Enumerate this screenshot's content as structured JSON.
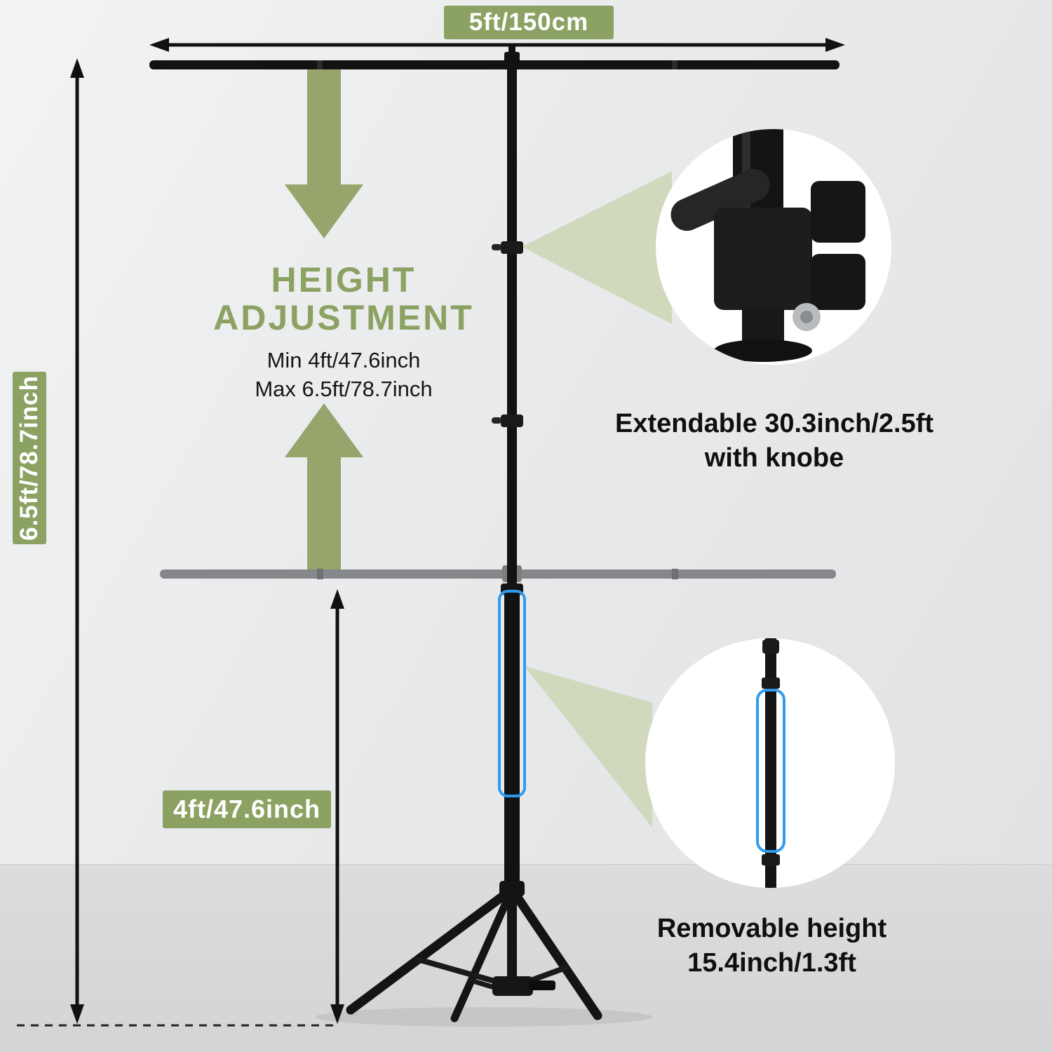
{
  "colors": {
    "accent_green": "#8CA263",
    "cone_green": "#CCD6B4",
    "highlight_blue": "#2E9BF0",
    "stand_black": "#141414",
    "lowered_bar_gray": "#85878A",
    "background_gray": "#E9EBEC"
  },
  "labels": {
    "width_badge": "5ft/150cm",
    "max_height_badge": "6.5ft/78.7inch",
    "min_height_badge": "4ft/47.6inch",
    "height_adjustment_line1": "HEIGHT",
    "height_adjustment_line2": "ADJUSTMENT",
    "height_min": "Min 4ft/47.6inch",
    "height_max": "Max 6.5ft/78.7inch",
    "extendable_caption_line1": "Extendable 30.3inch/2.5ft",
    "extendable_caption_line2": "with knobe",
    "removable_caption_line1": "Removable height",
    "removable_caption_line2": "15.4inch/1.3ft"
  }
}
